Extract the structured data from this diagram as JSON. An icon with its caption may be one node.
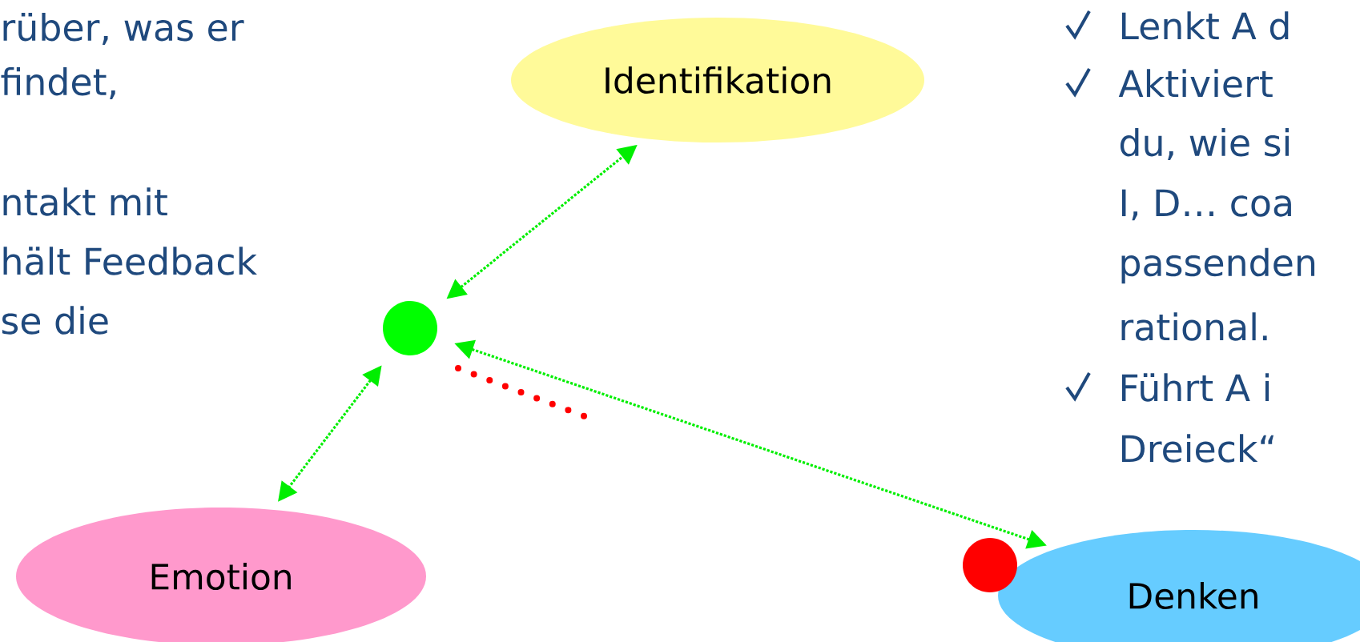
{
  "diagram": {
    "nodes": [
      {
        "text": [
          "Identifikation"
        ]
      },
      {
        "text": [],
        "shape": "circle"
      },
      {
        "text": [
          "Emotion"
        ]
      },
      {
        "text": [
          "Denken"
        ]
      },
      {
        "text": [],
        "shape": "circle"
      }
    ],
    "edges": [
      {
        "from": 1,
        "to": 0,
        "arrow": "both",
        "style": "dashed"
      },
      {
        "from": 1,
        "to": 2,
        "arrow": "both",
        "style": "dashed"
      },
      {
        "from": 1,
        "to": 3,
        "arrow": "both",
        "style": "dashed"
      }
    ],
    "labels": [
      "rüber, was er",
      "findet,",
      "ntakt mit",
      "hält Feedback",
      "se die",
      "Lenkt A d",
      "Aktiviert",
      "du, wie si",
      "I, D… coa",
      "passenden",
      "rational.",
      "Führt A i",
      "Dreieck“"
    ]
  }
}
